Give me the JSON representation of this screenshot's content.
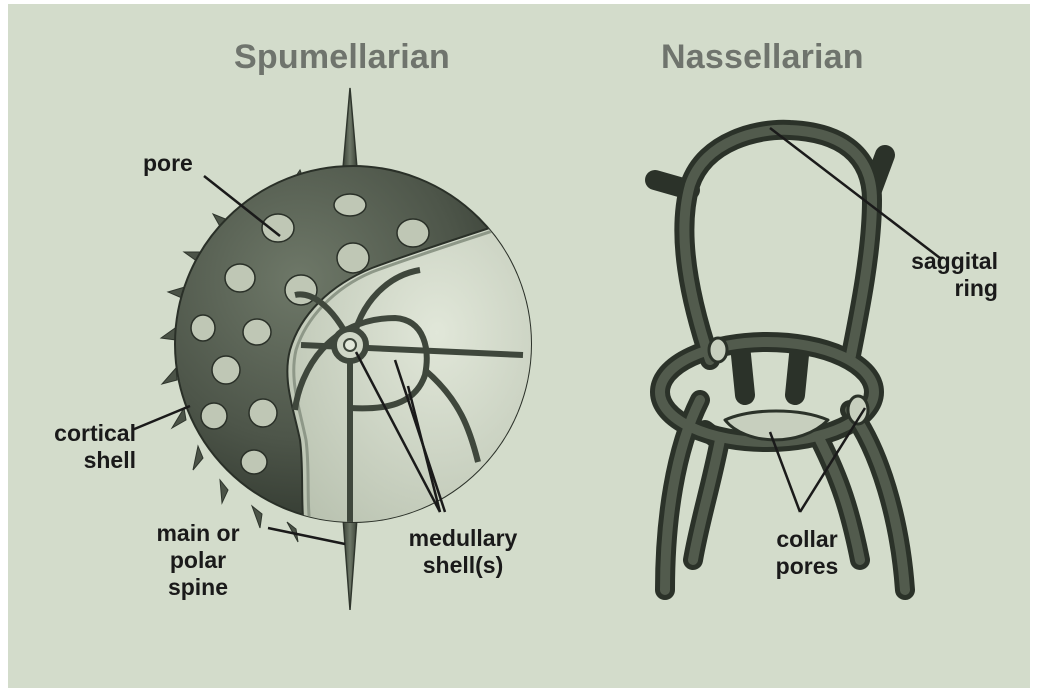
{
  "titles": {
    "spumellarian": "Spumellarian",
    "nassellarian": "Nassellarian"
  },
  "labels": {
    "pore": "pore",
    "cortical_shell": [
      "cortical",
      "shell"
    ],
    "main_spine": [
      "main or",
      "polar",
      "spine"
    ],
    "medullary_shell": [
      "medullary",
      "shell(s)"
    ],
    "saggital_ring": [
      "saggital",
      "ring"
    ],
    "collar_pores": [
      "collar",
      "pores"
    ]
  },
  "colors": {
    "background": "#d3dccb",
    "shell_dark": "#4c5448",
    "shell_light": "#cfd6c6",
    "title": "#6f746d",
    "label": "#1a1a1a"
  }
}
